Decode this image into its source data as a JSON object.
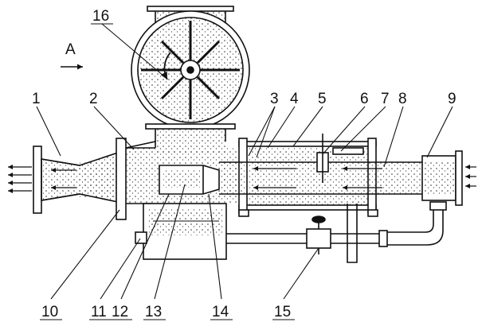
{
  "diagram": {
    "view_label": "A",
    "callouts": [
      "1",
      "2",
      "3",
      "4",
      "5",
      "6",
      "7",
      "8",
      "9",
      "10",
      "11",
      "12",
      "13",
      "14",
      "15",
      "16"
    ]
  },
  "colors": {
    "ink": "#111111",
    "paper": "#ffffff"
  }
}
